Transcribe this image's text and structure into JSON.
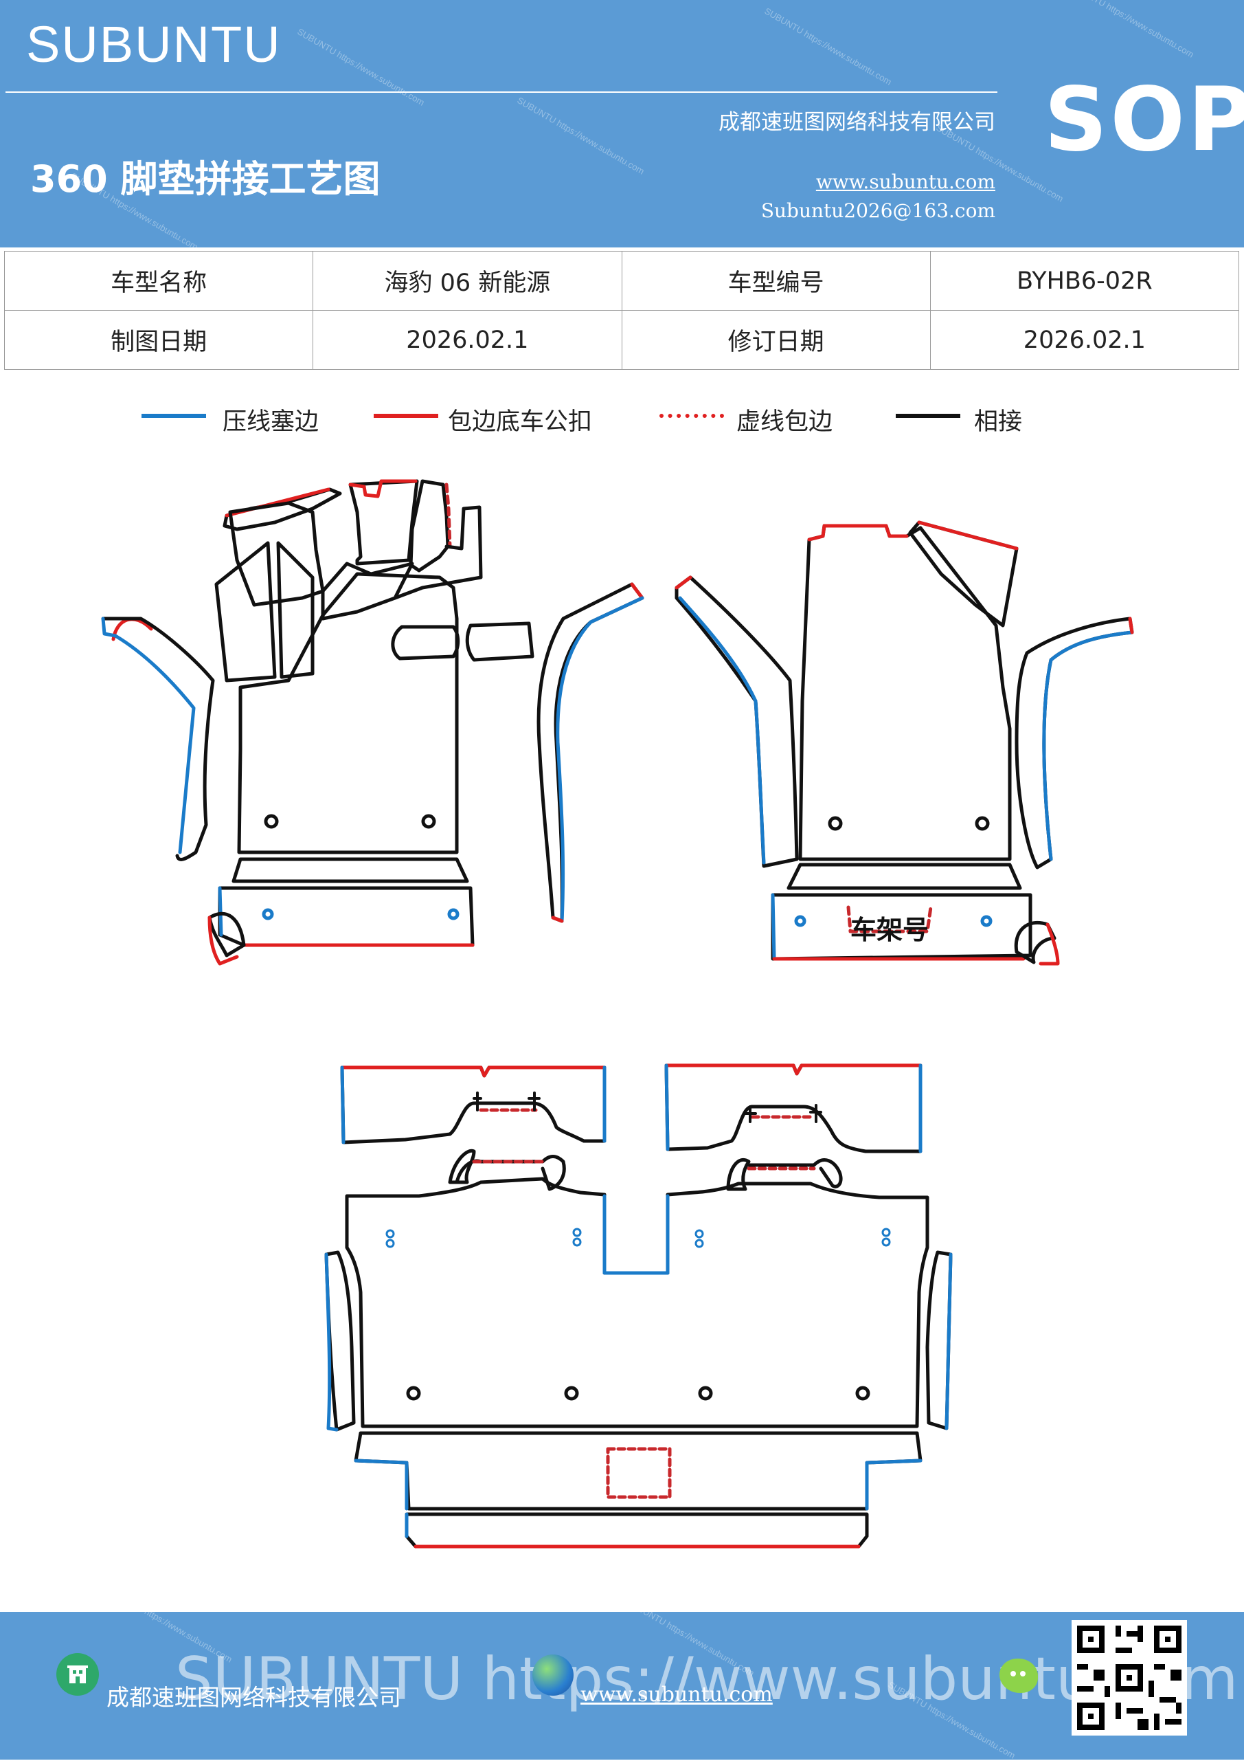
{
  "header": {
    "brand": "SUBUNTU",
    "company": "成都速班图网络科技有限公司",
    "badge": "SOP",
    "title": "360 脚垫拼接工艺图",
    "website": "www.subuntu.com",
    "email": "Subuntu2026@163.com",
    "watermark": "SUBUNTU https://www.subuntu.com"
  },
  "info_table": {
    "rows": [
      [
        "车型名称",
        "海豹 06 新能源",
        "车型编号",
        "BYHB6-02R"
      ],
      [
        "制图日期",
        "2026.02.1",
        "修订日期",
        "2026.02.1"
      ]
    ]
  },
  "legend": {
    "items": [
      {
        "label": "压线塞边",
        "style": "solid",
        "color": "#1a7bc9"
      },
      {
        "label": "包边底车公扣",
        "style": "solid",
        "color": "#e02020"
      },
      {
        "label": "虚线包边",
        "style": "dotted",
        "color": "#e02020"
      },
      {
        "label": "相接",
        "style": "solid",
        "color": "#111111"
      }
    ]
  },
  "diagram": {
    "frame_label": "车架号",
    "colors": {
      "seam": "#1a7bc9",
      "edge": "#e02020",
      "dashed": "#c8282c",
      "join": "#111111"
    }
  },
  "footer": {
    "overlay_text": "SUBUNTU https://www.subuntu.com",
    "company": "成都速班图网络科技有限公司",
    "url": "www.subuntu.com"
  }
}
